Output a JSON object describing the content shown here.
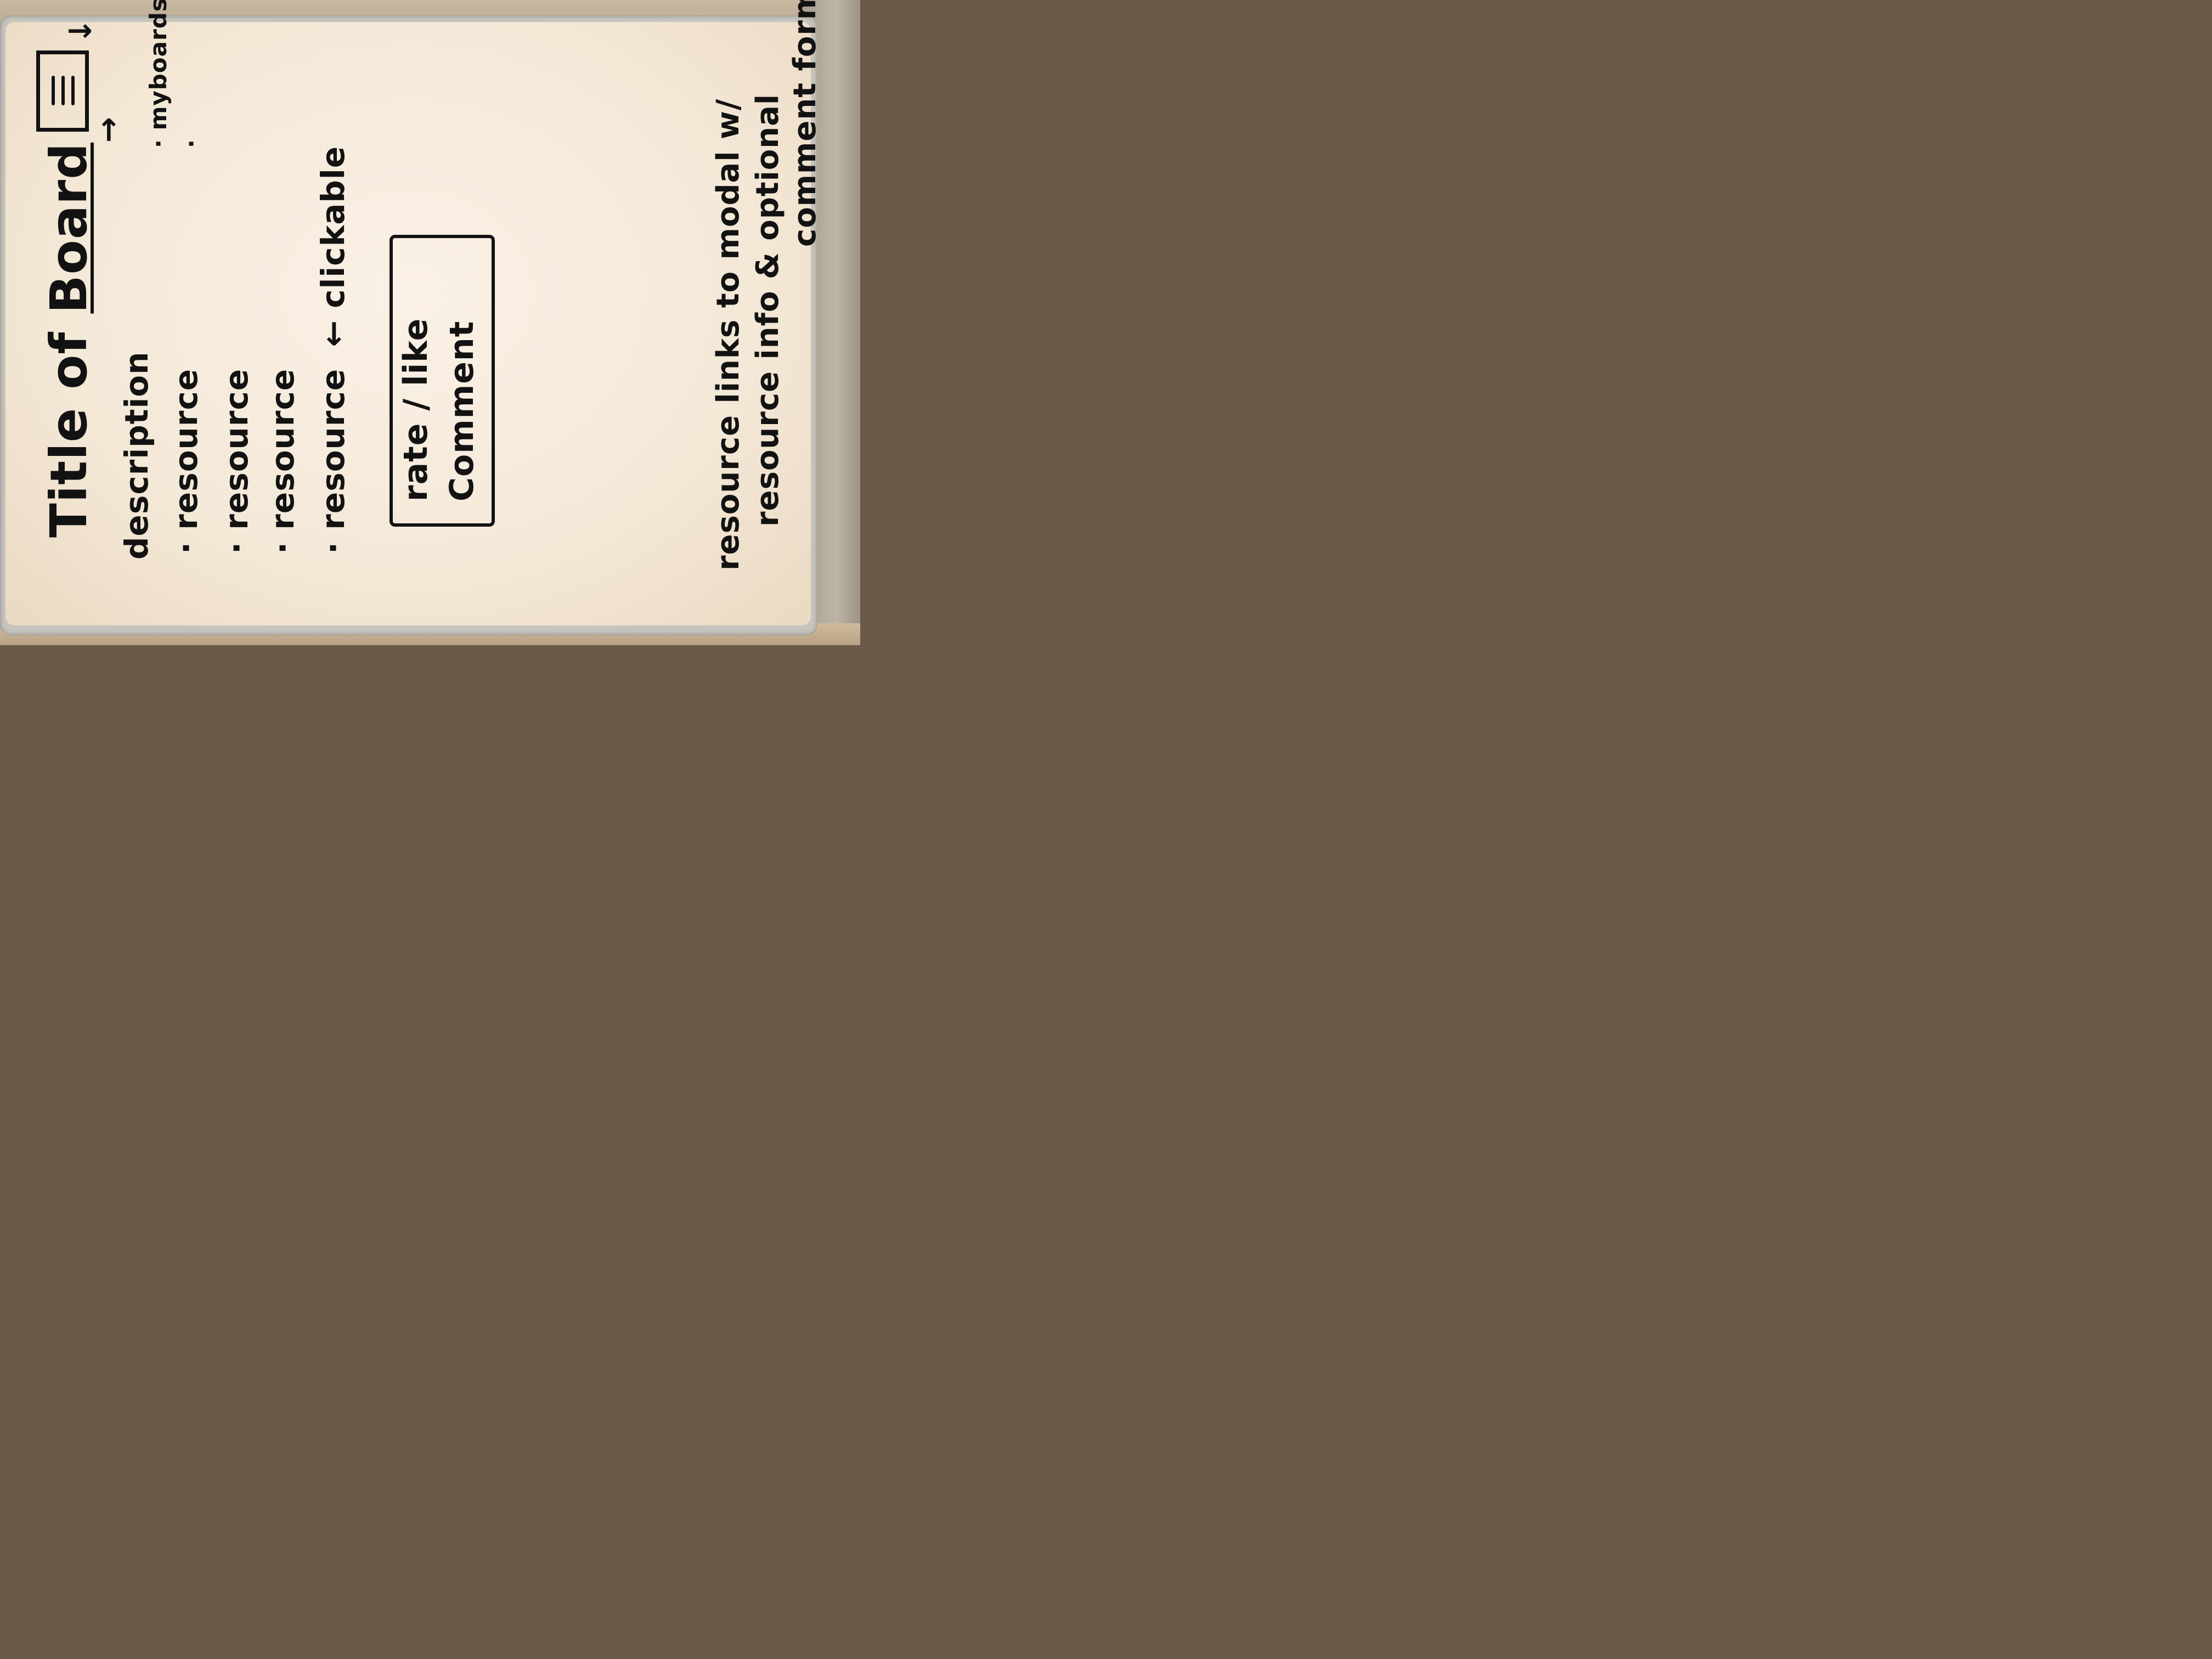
{
  "board": {
    "title_part1": "Title of ",
    "title_part2": "Board",
    "description": "description",
    "resources": [
      {
        "bullet": "·",
        "label": "resource"
      },
      {
        "bullet": "·",
        "label": "resource"
      },
      {
        "bullet": "·",
        "label": "resource"
      },
      {
        "bullet": "·",
        "label": "resource",
        "annotation": "← clickable"
      }
    ],
    "action_box": {
      "rate": "rate / like",
      "comment": "Comment"
    },
    "note": {
      "line1": "resource links to modal w/",
      "line2": "resource info & optional",
      "line3": "comment form"
    },
    "nav": {
      "icon": "hamburger-menu-icon",
      "arrow_down": "↓",
      "arrow_right": "→",
      "item_1": "· myboards",
      "item_2": "·"
    }
  },
  "colors": {
    "ink": "#121212",
    "board": "#f6ecde",
    "frame": "#c6c4bd"
  }
}
